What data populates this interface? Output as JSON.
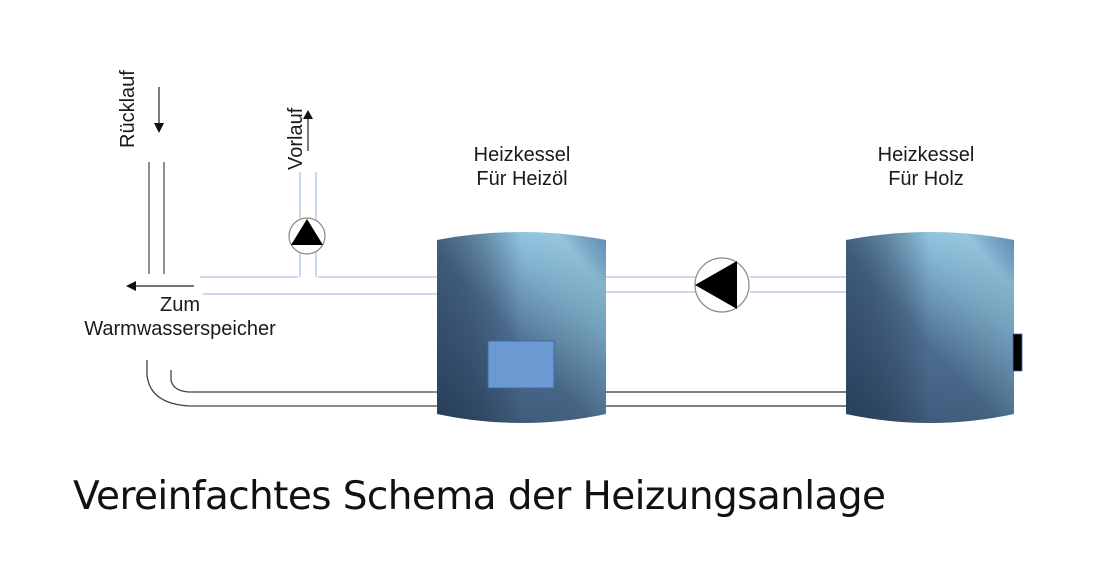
{
  "labels": {
    "return_flow": "Rücklauf",
    "supply_flow": "Vorlauf",
    "to_storage_line1": "Zum",
    "to_storage_line2": "Warmwasserspeicher",
    "boiler_oil_line1": "Heizkessel",
    "boiler_oil_line2": "Für Heizöl",
    "boiler_wood_line1": "Heizkessel",
    "boiler_wood_line2": "Für Holz"
  },
  "caption": "Vereinfachtes Schema der Heizungsanlage",
  "colors": {
    "supply_pipe": "#b8cde6",
    "return_pipe": "#222222",
    "boiler_dark": "#2f4a6a",
    "boiler_light": "#a9dcf5",
    "burner_window": "#6a98d0"
  }
}
